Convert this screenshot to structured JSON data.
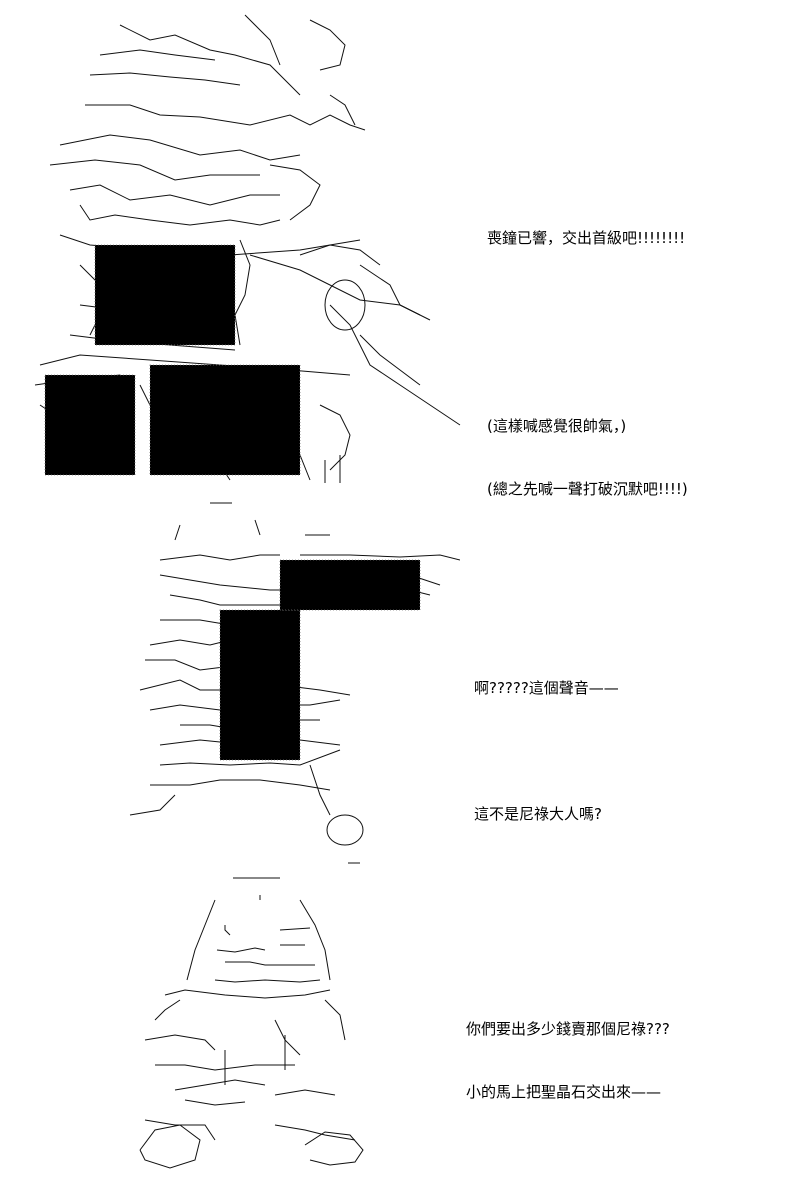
{
  "panels": [
    {
      "lines": [
        "喪鐘已響，交出首級吧!!!!!!!!",
        "",
        "(這樣喊感覺很帥氣，)",
        "(總之先喊一聲打破沉默吧!!!!)"
      ]
    },
    {
      "lines": [
        "啊?????這個聲音——",
        "",
        "這不是尼祿大人嗎?"
      ]
    },
    {
      "lines": [
        "你們要出多少錢賣那個尼祿???",
        "小的馬上把聖晶石交出來——"
      ]
    }
  ],
  "colors": {
    "background": "#ffffff",
    "ink": "#000000"
  }
}
